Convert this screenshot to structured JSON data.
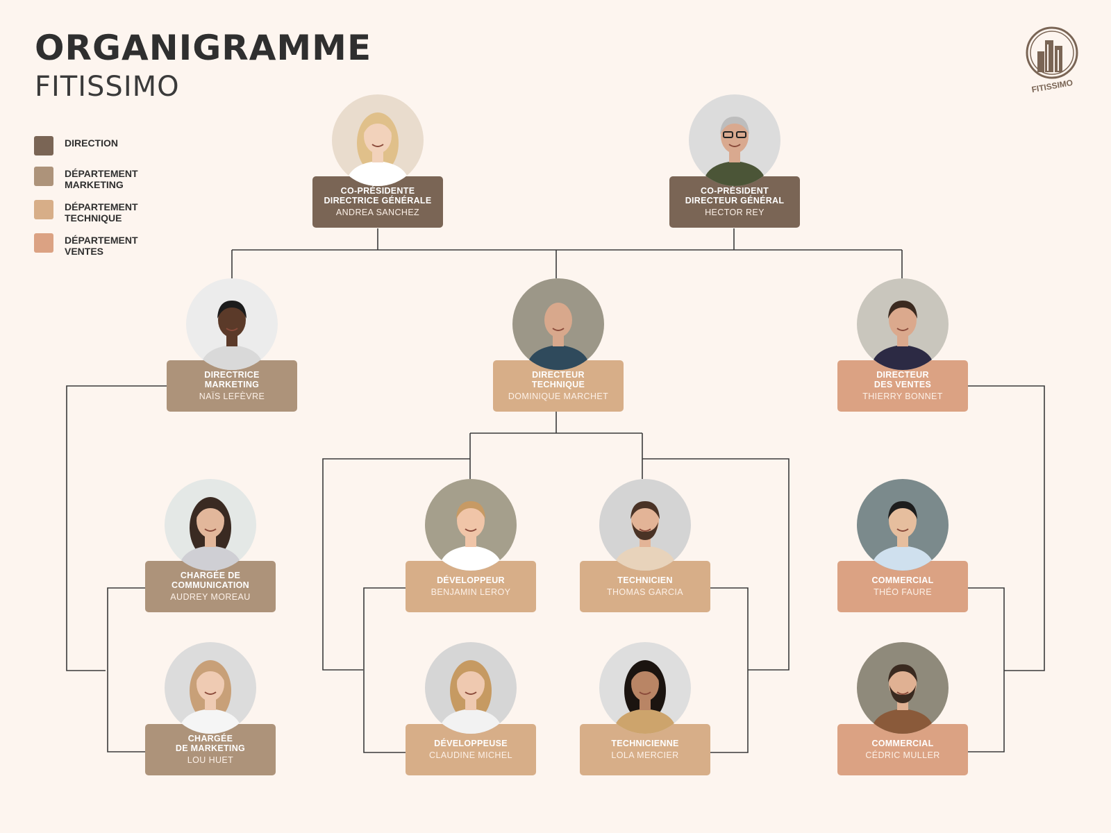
{
  "header": {
    "title": "ORGANIGRAMME",
    "subtitle": "FITISSIMO"
  },
  "logo": {
    "text": "FITISSIMO",
    "color": "#7a6555"
  },
  "colors": {
    "direction": "#7a6555",
    "marketing": "#ad937a",
    "technique": "#d7ae88",
    "ventes": "#dba283",
    "lines": "#3a3a3a",
    "background": "#fdf5ef"
  },
  "legend": [
    {
      "label": "DIRECTION",
      "color": "#7a6555"
    },
    {
      "label": "DÉPARTEMENT\nMARKETING",
      "color": "#ad937a"
    },
    {
      "label": "DÉPARTEMENT\nTECHNIQUE",
      "color": "#d7ae88"
    },
    {
      "label": "DÉPARTEMENT\nVENTES",
      "color": "#dba283"
    }
  ],
  "nodes": [
    {
      "id": "andrea",
      "role": "CO-PRÉSIDENTE\nDIRECTRICE GÉNÉRALE",
      "name": "ANDREA SANCHEZ",
      "department": "direction",
      "photo": "woman-blonde"
    },
    {
      "id": "hector",
      "role": "CO-PRÉSIDENT\nDIRECTEUR GÉNÉRAL",
      "name": "HECTOR REY",
      "department": "direction",
      "photo": "man-glasses"
    },
    {
      "id": "nais",
      "role": "DIRECTRICE\nMARKETING",
      "name": "NAÏS LEFÈVRE",
      "department": "marketing",
      "photo": "woman-short-hair"
    },
    {
      "id": "dominique",
      "role": "DIRECTEUR\nTECHNIQUE",
      "name": "DOMINIQUE MARCHET",
      "department": "technique",
      "photo": "man-suit"
    },
    {
      "id": "thierry",
      "role": "DIRECTEUR\nDES VENTES",
      "name": "THIERRY BONNET",
      "department": "ventes",
      "photo": "man-blazer"
    },
    {
      "id": "audrey",
      "role": "CHARGÉE DE\nCOMMUNICATION",
      "name": "AUDREY MOREAU",
      "department": "marketing",
      "photo": "woman-long-hair"
    },
    {
      "id": "lou",
      "role": "CHARGÉE\nDE MARKETING",
      "name": "LOU HUET",
      "department": "marketing",
      "photo": "woman-wavy-hair"
    },
    {
      "id": "benjamin",
      "role": "DÉVELOPPEUR",
      "name": "BENJAMIN LEROY",
      "department": "technique",
      "photo": "man-white-shirt"
    },
    {
      "id": "thomas",
      "role": "TECHNICIEN",
      "name": "THOMAS GARCIA",
      "department": "technique",
      "photo": "man-beard"
    },
    {
      "id": "theo",
      "role": "COMMERCIAL",
      "name": "THÉO FAURE",
      "department": "ventes",
      "photo": "man-light-shirt"
    },
    {
      "id": "claudine",
      "role": "DÉVELOPPEUSE",
      "name": "CLAUDINE MICHEL",
      "department": "technique",
      "photo": "woman-curly-hair"
    },
    {
      "id": "lola",
      "role": "TECHNICIENNE",
      "name": "LOLA MERCIER",
      "department": "technique",
      "photo": "woman-dark-hair"
    },
    {
      "id": "cedric",
      "role": "COMMERCIAL",
      "name": "CÉDRIC MULLER",
      "department": "ventes",
      "photo": "man-brown-jacket"
    }
  ]
}
